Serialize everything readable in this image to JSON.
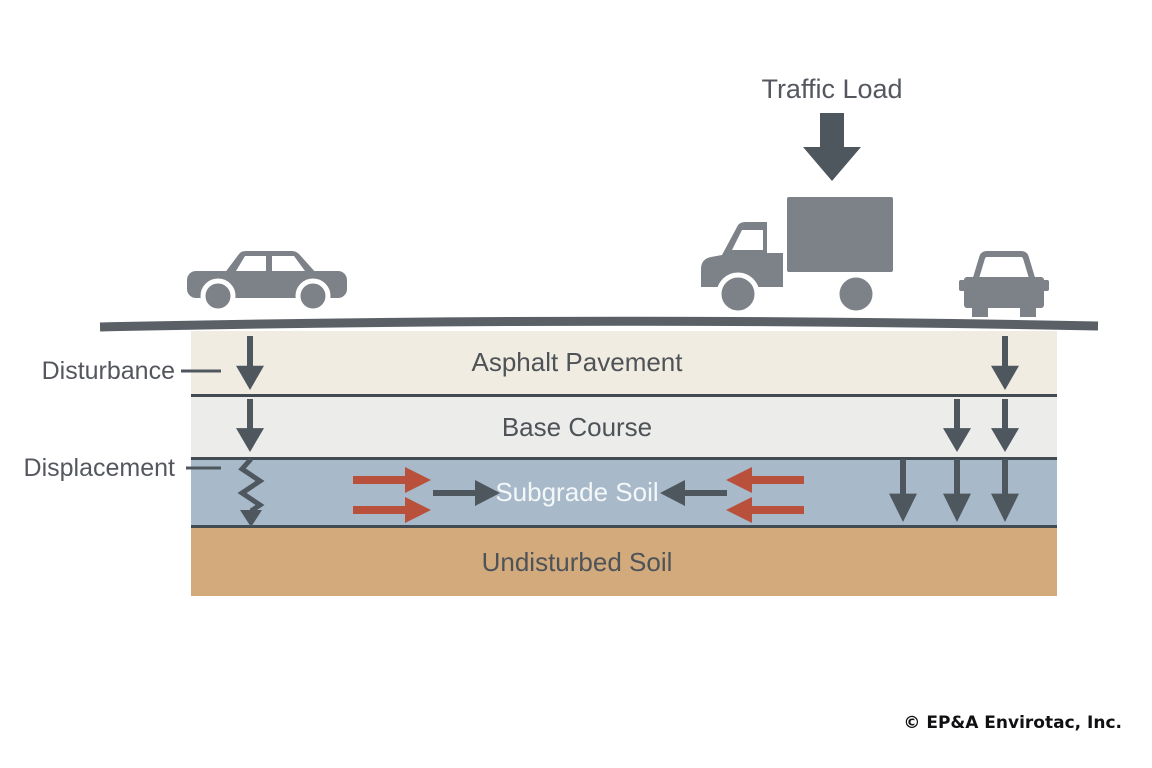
{
  "title": "Pavement cross-section load diagram",
  "labels": {
    "traffic_load": "Traffic Load",
    "disturbance": "Disturbance",
    "displacement": "Displacement",
    "copyright": "© EP&A Envirotac, Inc."
  },
  "layers": [
    {
      "id": "asphalt",
      "label": "Asphalt Pavement"
    },
    {
      "id": "base-course",
      "label": "Base Course"
    },
    {
      "id": "subgrade",
      "label": "Subgrade Soil"
    },
    {
      "id": "undisturbed",
      "label": "Undisturbed Soil"
    }
  ],
  "icons": {
    "traffic_load_arrow": "thick-down-arrow-icon",
    "truck": "box-truck-side-icon",
    "car_left": "sedan-side-icon",
    "car_right": "car-rear-icon",
    "load_arrows": "small-down-arrow-icons (1 in asphalt, 2 in base course, 3 in subgrade on right side; 1 per layer on left)",
    "displacement_zigzag": "vertical-zigzag-arrow-icon",
    "lateral_stress_arrows": "red-double-horizontal-arrow-icons pointing inward",
    "shear_arrows": "dark-horizontal-arrow-icons pointing inward at Subgrade Soil"
  },
  "colors": {
    "canvas_bg": "#ffffff",
    "asphalt": "#f1ece1",
    "base_course": "#ececeb",
    "subgrade": "#a8bac9",
    "undisturbed": "#d2aa7c",
    "divider": "#424a52",
    "road": "#5a6066",
    "vehicle": "#7d8288",
    "arrow_dark": "#4e565e",
    "arrow_red": "#b8503c",
    "text_gray": "#54585e",
    "subgrade_text": "#f4f7f9",
    "copyright": "#101013"
  }
}
